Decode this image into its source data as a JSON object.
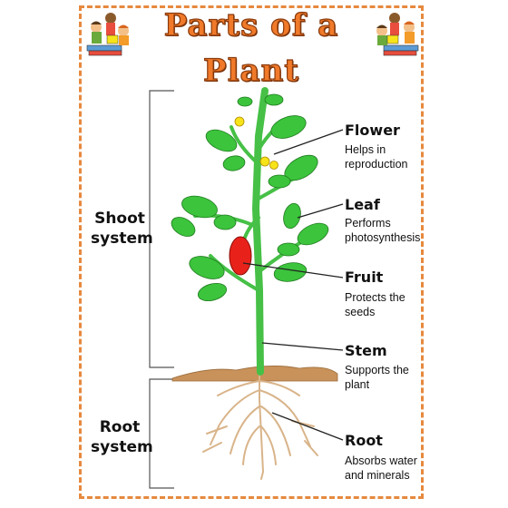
{
  "title": {
    "line1": "Parts of a",
    "line2": "Plant"
  },
  "systems": {
    "shoot": {
      "line1": "Shoot",
      "line2": "system"
    },
    "root": {
      "line1": "Root",
      "line2": "system"
    }
  },
  "parts": [
    {
      "name": "Flower",
      "desc1": "Helps in",
      "desc2": "reproduction"
    },
    {
      "name": "Leaf",
      "desc1": "Performs",
      "desc2": "photosynthesis"
    },
    {
      "name": "Fruit",
      "desc1": "Protects the",
      "desc2": "seeds"
    },
    {
      "name": "Stem",
      "desc1": "Supports the",
      "desc2": "plant"
    },
    {
      "name": "Root",
      "desc1": "Absorbs water",
      "desc2": "and minerals"
    }
  ],
  "colors": {
    "border": "#e6893e",
    "title": "#f07a2a",
    "leaf": "#3cc43c",
    "stem": "#46c046",
    "fruit": "#e8221a",
    "flower": "#f7e31a",
    "soil": "#c8925a",
    "root": "#d9b48a"
  }
}
